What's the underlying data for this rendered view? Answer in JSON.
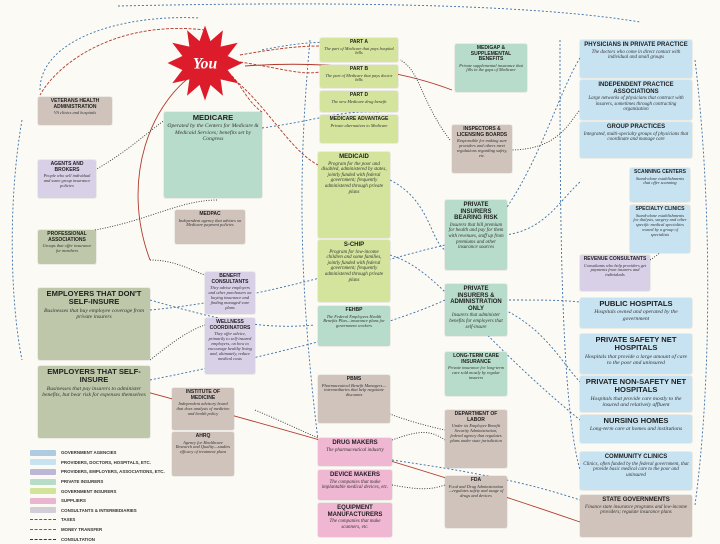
{
  "you": {
    "label": "You"
  },
  "boxes": {
    "part_a": {
      "title": "Part A",
      "desc": "The part of Medicare that pays hospital bills"
    },
    "part_b": {
      "title": "Part B",
      "desc": "The part of Medicare that pays doctor bills"
    },
    "part_d": {
      "title": "Part D",
      "desc": "The new Medicare drug benefit"
    },
    "medicare_advantage": {
      "title": "Medicare Advantage",
      "desc": "Private alternatives to Medicare"
    },
    "medicare": {
      "title": "Medicare",
      "desc": "Operated by the Centers for Medicare & Medicaid Services; benefits set by Congress"
    },
    "medicaid": {
      "title": "Medicaid",
      "desc": "Program for the poor and disabled, administered by states, jointly funded with federal government; frequently administered through private plans"
    },
    "s_chip": {
      "title": "S-CHIP",
      "desc": "Program for low-income children and some families, jointly funded with federal government; frequently administered through private plans"
    },
    "medpac": {
      "title": "MedPAC",
      "desc": "Independent agency that advises on Medicare payment policies"
    },
    "fehbp": {
      "title": "FEHBP",
      "desc": "The Federal Employees Health Benefits Plan—insurance plans for government workers"
    },
    "pbms": {
      "title": "PBMs",
      "desc": "Pharmaceutical Benefit Managers—intermediaries that help negotiate discounts"
    },
    "medigap": {
      "title": "Medigap & Supplemental Benefits",
      "desc": "Private supplemental insurance that fills in the gaps of Medicare"
    },
    "inspectors": {
      "title": "Inspectors & Licensing Boards",
      "desc": "Responsible for making sure providers and others meet regulations regarding safety, etc."
    },
    "private_risk": {
      "title": "Private Insurers Bearing Risk",
      "desc": "Insurers that bill premium for health and pay for them with revenues, staff up from premiums and other insurance sources"
    },
    "private_admin": {
      "title": "Private Insurers & Administration Only",
      "desc": "Insurers that administer benefits for employers that self-insure"
    },
    "ltc": {
      "title": "Long-Term Care Insurance",
      "desc": "Private insurance for long-term care sold mostly by regular insurers"
    },
    "dept_labor": {
      "title": "Department of Labor",
      "desc": "Under its Employee Benefit Security Administration, federal agency that regulates plans under state jurisdiction"
    },
    "fda": {
      "title": "FDA",
      "desc": "Food and Drug Administration—regulates safety and usage of drugs and devices"
    },
    "va": {
      "title": "Veterans Health Administration",
      "desc": "VA clinics and hospitals"
    },
    "agents": {
      "title": "Agents and Brokers",
      "desc": "People who sell individual and some group insurance policies"
    },
    "professional": {
      "title": "Professional Associations",
      "desc": "Groups that offer insurance for members"
    },
    "employers_not": {
      "title": "Employers That Don't Self-Insure",
      "desc": "Businesses that buy employee coverage from private insurers"
    },
    "employers_self": {
      "title": "Employers That Self-Insure",
      "desc": "Businesses that pay insurers to administer benefits, but bear risk for expenses themselves"
    },
    "benefit_consultants": {
      "title": "Benefit Consultants",
      "desc": "They advise employers and other purchasers on buying insurance and finding managed-care plans"
    },
    "wellness": {
      "title": "Wellness Coordinators",
      "desc": "They offer advice, primarily to self-insured employers, on how to encourage healthy living and, ultimately, reduce medical costs"
    },
    "iom": {
      "title": "Institute of Medicine",
      "desc": "Independent advisory board that does analysis of medicine and health policy"
    },
    "ahrq": {
      "title": "AHRQ",
      "desc": "Agency for Healthcare Research and Quality—studies efficacy of treatment plans"
    },
    "drug_makers": {
      "title": "Drug Makers",
      "desc": "The pharmaceutical industry"
    },
    "device_makers": {
      "title": "Device Makers",
      "desc": "The companies that make implantable medical devices, etc."
    },
    "equipment": {
      "title": "Equipment Manufacturers",
      "desc": "The companies that make scanners, etc."
    },
    "physicians_private": {
      "title": "Physicians in Private Practice",
      "desc": "The doctors who come in direct contact with individual and small groups"
    },
    "ipa": {
      "title": "Independent Practice Associations",
      "desc": "Large networks of physicians that contract with insurers, sometimes through contracting organization"
    },
    "group_practices": {
      "title": "Group Practices",
      "desc": "Integrated, multi-specialty groups of physicians that coordinate and manage care"
    },
    "scanning": {
      "title": "Scanning Centers",
      "desc": "Stand-alone establishments that offer scanning"
    },
    "specialty": {
      "title": "Specialty Clinics",
      "desc": "Stand-alone establishments for dialysis, surgery and other specific medical specialties owned by a group of specialists"
    },
    "revenue": {
      "title": "Revenue Consultants",
      "desc": "Consultants who help providers get payments from insurers and individuals"
    },
    "public_hospitals": {
      "title": "Public Hospitals",
      "desc": "Hospitals owned and operated by the government"
    },
    "private_safety": {
      "title": "Private Safety Net Hospitals",
      "desc": "Hospitals that provide a large amount of care to the poor and uninsured"
    },
    "private_nonsafety": {
      "title": "Private Non-Safety Net Hospitals",
      "desc": "Hospitals that provide care mostly to the insured and relatively affluent"
    },
    "nursing": {
      "title": "Nursing Homes",
      "desc": "Long-term care at homes and institutions"
    },
    "community": {
      "title": "Community Clinics",
      "desc": "Clinics, often funded by the federal government, that provide basic medical care to the poor and uninsured"
    },
    "state_gov": {
      "title": "State Governments",
      "desc": "Finance state insurance programs and low-income providers; regulate insurance plans"
    }
  },
  "legend": {
    "rows": [
      {
        "label": "Government Agencies",
        "color": "#aecbe2"
      },
      {
        "label": "Providers, Doctors, Hospitals, etc.",
        "color": "#c7e3f1"
      },
      {
        "label": "Providers, Employers, Associations, etc.",
        "color": "#bdb7d7"
      },
      {
        "label": "Private Insurers",
        "color": "#b7dcc7"
      },
      {
        "label": "Government Insurers",
        "color": "#d3e399"
      },
      {
        "label": "Suppliers",
        "color": "#eab5cf"
      },
      {
        "label": "Consultants & Intermediaries",
        "color": "#d3cdd7"
      }
    ],
    "lines": [
      {
        "label": "Taxes",
        "color": "#b13a2e"
      },
      {
        "label": "Money Transfer",
        "color": "#3a6fa8"
      },
      {
        "label": "Consultation",
        "color": "#333333"
      }
    ]
  },
  "colors": {
    "gov_agency": "#d0c3bc",
    "provider": "#c7e3f1",
    "purchaser": "#d8d0e6",
    "purchaser_dark": "#bfc7aa",
    "private_insurer": "#b8dccb",
    "gov_insurer": "#d4e49c",
    "supplier": "#efb7d2",
    "you_star": "#dc1c2b",
    "tax_line": "#b13a2e",
    "money_line": "#3a6fa8"
  }
}
